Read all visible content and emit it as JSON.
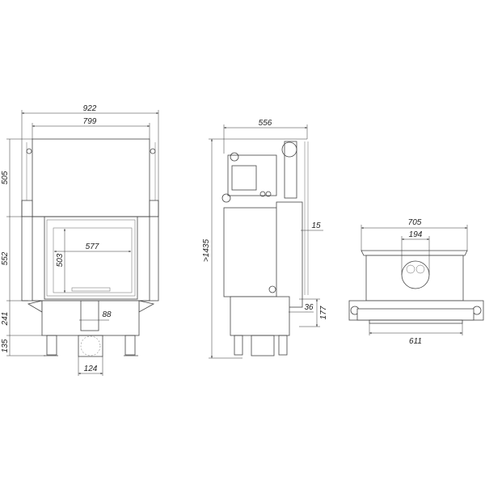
{
  "front_view": {
    "width_overall": "922",
    "width_body": "799",
    "height_hood": "505",
    "height_door": "552",
    "height_base": "241",
    "height_legs": "135",
    "glass_width": "577",
    "glass_height": "503",
    "air_inlet": "88",
    "flue_width": "124"
  },
  "side_view": {
    "depth": "556",
    "height_total": ">1435",
    "frame_offset": "15",
    "inlet_offset": "36",
    "inlet_height": "177"
  },
  "top_view": {
    "width_top": "705",
    "flue_diameter": "194",
    "width_bottom": "611"
  }
}
